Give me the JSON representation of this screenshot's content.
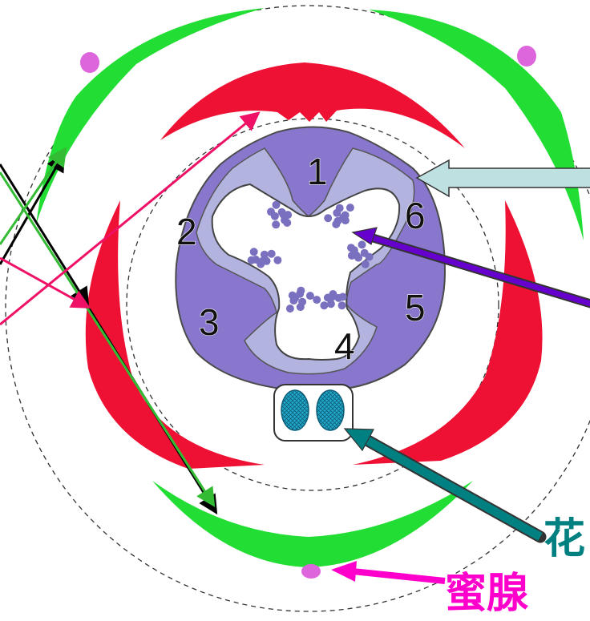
{
  "tepal_numbers": [
    "1",
    "2",
    "3",
    "4",
    "5",
    "6"
  ],
  "labels": {
    "nectary": "蜜腺",
    "flower_partial": "花"
  },
  "colors": {
    "sepal_green": "#22dd33",
    "petal_red": "#ee1133",
    "ovary_outer": "#8877cc",
    "ovary_inner": "#b3b3e0",
    "ovule": "#7a70c0",
    "anther": "#22aacc",
    "nectary_dot": "#dd66dd",
    "arrow_magenta": "#ff00cc",
    "arrow_teal": "#008080",
    "arrow_purple": "#6600cc",
    "arrow_lightblue": "#bfe0e0",
    "arrow_green": "#33bb33",
    "arrow_pink": "#ee1166",
    "arrow_black": "#000000",
    "label_magenta": "#ff00cc",
    "label_teal": "#008080"
  }
}
